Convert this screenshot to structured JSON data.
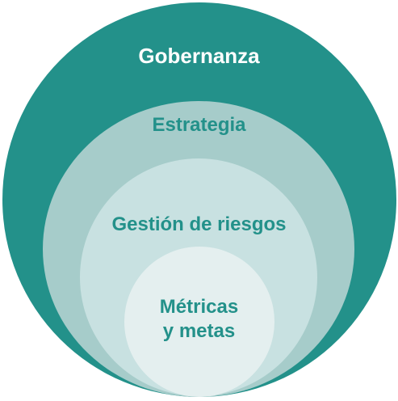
{
  "diagram": {
    "layers": [
      {
        "label": "Gobernanza",
        "fill": "#23918a",
        "text_color": "#ffffff"
      },
      {
        "label": "Estrategia",
        "fill": "#a6ccca",
        "text_color": "#23918a"
      },
      {
        "label": "Gestión de riesgos",
        "fill": "#c8e1e1",
        "text_color": "#23918a"
      },
      {
        "label_lines": [
          "Métricas",
          "y metas"
        ],
        "fill": "#e4efef",
        "text_color": "#23918a"
      }
    ]
  }
}
